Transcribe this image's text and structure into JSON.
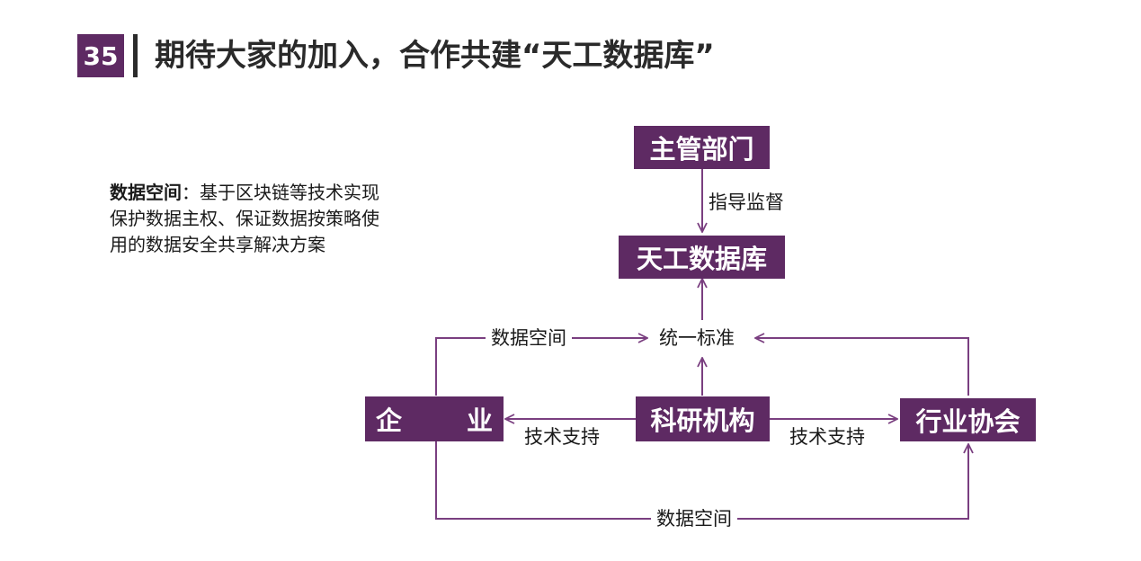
{
  "header": {
    "page_number": "35",
    "title": "期待大家的加入，合作共建“天工数据库”"
  },
  "description": {
    "term": "数据空间",
    "separator": "：",
    "text": "基于区块链等技术实现保护数据主权、保证数据按策略使用的数据安全共享解决方案"
  },
  "nodes": {
    "authority": "主管部门",
    "database": "天工数据库",
    "enterprise_left": "企",
    "enterprise_right": "业",
    "research": "科研机构",
    "association": "行业协会"
  },
  "edges": {
    "guidance": "指导监督",
    "unified_standard": "统一标准",
    "data_space_top": "数据空间",
    "data_space_bottom": "数据空间",
    "tech_support_left": "技术支持",
    "tech_support_right": "技术支持"
  },
  "colors": {
    "node_fill": "#5e2a63",
    "line": "#7a3f80",
    "text": "#1a1a1a"
  }
}
